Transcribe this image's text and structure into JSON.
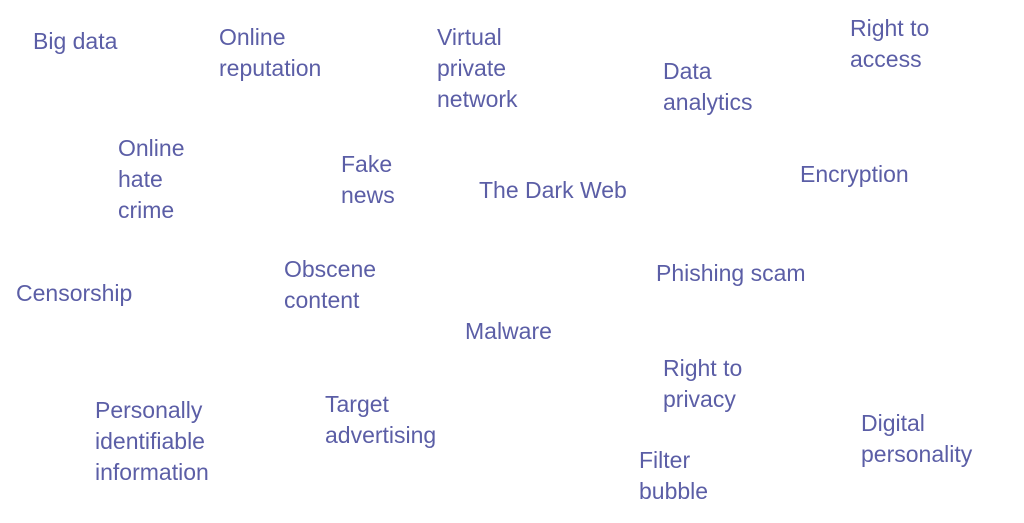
{
  "text_color": "#5b5ea6",
  "terms": [
    "Big data",
    "Online\nreputation",
    "Virtual\nprivate\nnetwork",
    "Data\nanalytics",
    "Right to\naccess",
    "Online\nhate\ncrime",
    "Fake\nnews",
    "The Dark Web",
    "Encryption",
    "Censorship",
    "Obscene\ncontent",
    "Phishing scam",
    "Malware",
    "Right to\nprivacy",
    "Personally\nidentifiable\ninformation",
    "Target\nadvertising",
    "Digital\npersonality",
    "Filter\nbubble"
  ]
}
